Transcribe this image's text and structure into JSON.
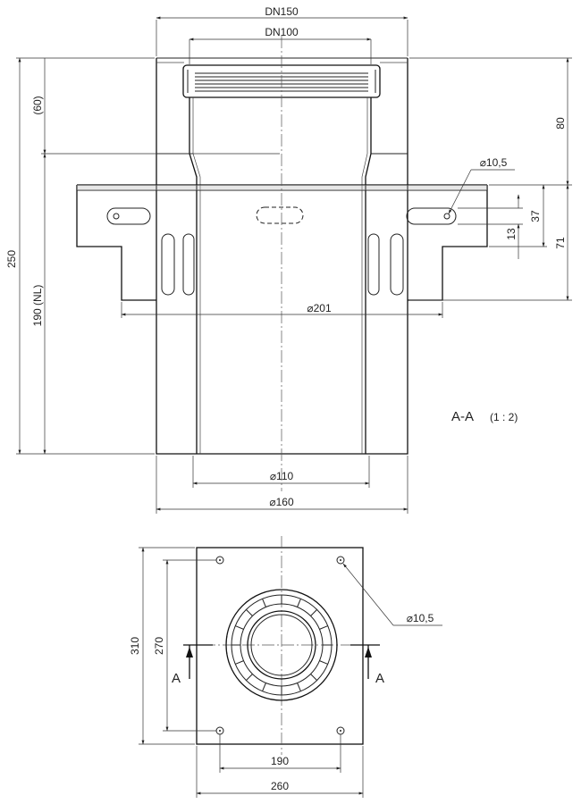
{
  "section": {
    "label": "A-A",
    "scale": "(1 : 2)"
  },
  "dimensions": {
    "dn150": "DN150",
    "dn100": "DN100",
    "d60": "(60)",
    "d80": "80",
    "d250": "250",
    "d190nl": "190 (NL)",
    "d105_top": "⌀10,5",
    "d37": "37",
    "d13": "13",
    "d71": "71",
    "d201": "⌀201",
    "d110": "⌀110",
    "d160": "⌀160",
    "d310": "310",
    "d270": "270",
    "d105_bottom": "⌀10,5",
    "d190": "190",
    "d260": "260"
  },
  "cut_marks": {
    "left": "A",
    "right": "A"
  }
}
